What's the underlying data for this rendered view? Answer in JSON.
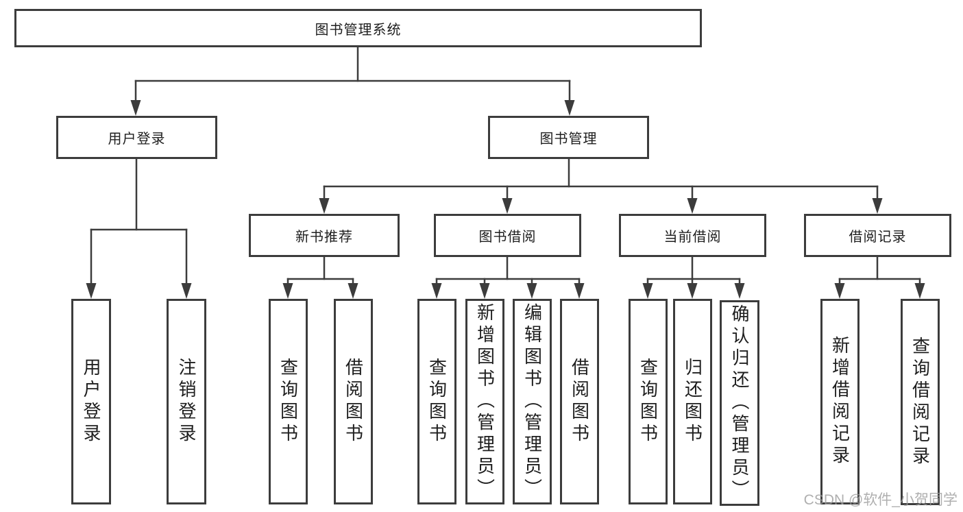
{
  "colors": {
    "line": "#3c3c3c",
    "text": "#1e1e1e",
    "watermark": "#9c9c9c",
    "background": "#ffffff"
  },
  "tree": {
    "label": "图书管理系统",
    "children": [
      {
        "label": "用户登录",
        "children": [
          {
            "label": "用户登录"
          },
          {
            "label": "注销登录"
          }
        ]
      },
      {
        "label": "图书管理",
        "children": [
          {
            "label": "新书推荐",
            "children": [
              {
                "label": "查询图书"
              },
              {
                "label": "借阅图书"
              }
            ]
          },
          {
            "label": "图书借阅",
            "children": [
              {
                "label": "查询图书"
              },
              {
                "label": "新增图书（管理员）"
              },
              {
                "label": "编辑图书（管理员）"
              },
              {
                "label": "借阅图书"
              }
            ]
          },
          {
            "label": "当前借阅",
            "children": [
              {
                "label": "查询图书"
              },
              {
                "label": "归还图书"
              },
              {
                "label": "确认归还（管理员）"
              }
            ]
          },
          {
            "label": "借阅记录",
            "children": [
              {
                "label": "新增借阅记录"
              },
              {
                "label": "查询借阅记录"
              }
            ]
          }
        ]
      }
    ]
  },
  "watermark": {
    "text": "CSDN @软件_小贺同学"
  }
}
